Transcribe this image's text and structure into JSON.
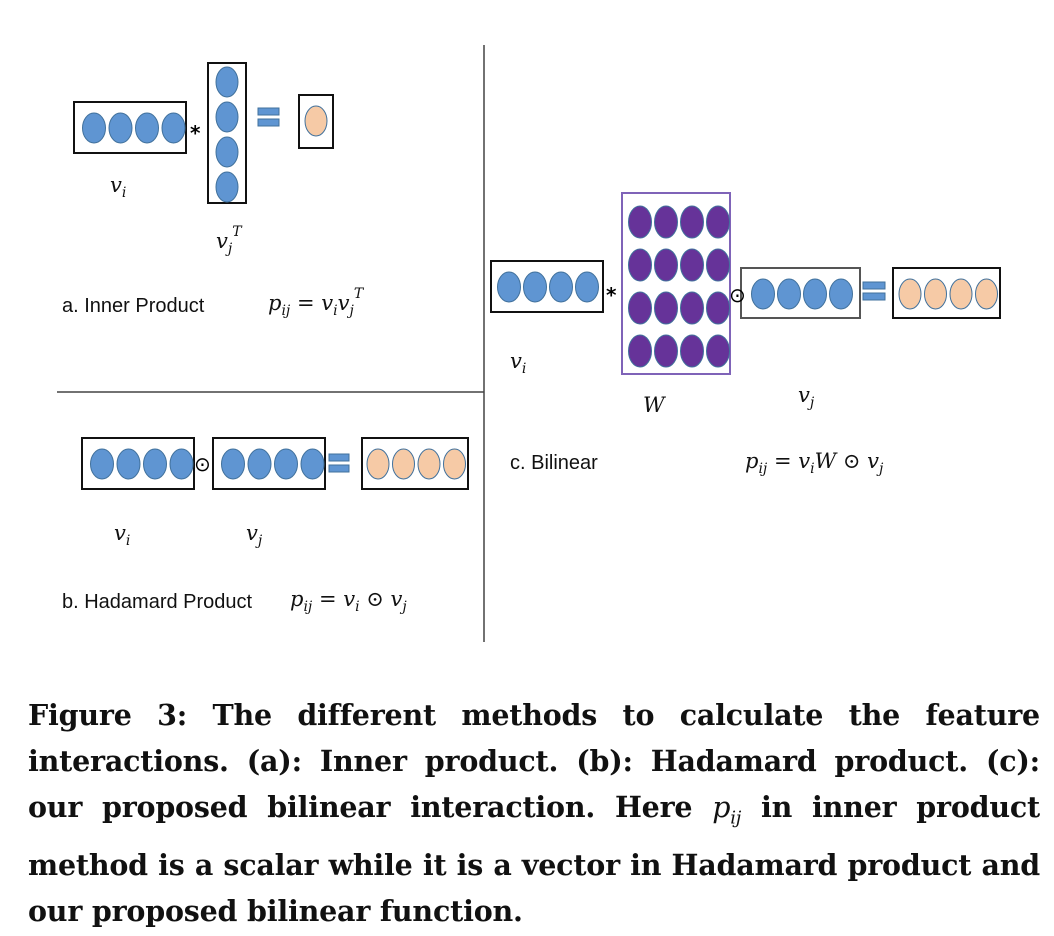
{
  "panels": {
    "a": {
      "title": "a. Inner Product",
      "vec_left": "v",
      "vec_left_sub": "i",
      "vec_right": "v",
      "vec_right_sub": "j",
      "vec_right_sup": "T",
      "op": "*",
      "formula": {
        "lhs": "p",
        "lhs_sub": "ij",
        "eq": " = ",
        "t1": "v",
        "t1_sub": "i",
        "t2": "v",
        "t2_sub": "j",
        "t2_sup": "T"
      }
    },
    "b": {
      "title": "b. Hadamard Product",
      "vec_left": "v",
      "vec_left_sub": "i",
      "vec_right": "v",
      "vec_right_sub": "j",
      "op": "⊙",
      "formula": {
        "lhs": "p",
        "lhs_sub": "ij",
        "eq": " = ",
        "t1": "v",
        "t1_sub": "i",
        "op": " ⊙ ",
        "t2": "v",
        "t2_sub": "j"
      }
    },
    "c": {
      "title": "c. Bilinear",
      "vec_left": "v",
      "vec_left_sub": "i",
      "matrix": "W",
      "vec_right": "v",
      "vec_right_sub": "j",
      "op1": "*",
      "op2": "⊙",
      "formula": {
        "lhs": "p",
        "lhs_sub": "ij",
        "eq": " = ",
        "t1": "v",
        "t1_sub": "i",
        "w": "W",
        "op": " ⊙ ",
        "t2": "v",
        "t2_sub": "j"
      }
    }
  },
  "caption": {
    "part1": "Figure 3: The different methods to calculate the feature interactions. (a): Inner product. (b): Hadamard product. (c): our proposed bilinear interaction. Here ",
    "p": "p",
    "p_sub": "ij",
    "part2": " in inner product method is a scalar while it is a vector in Hadamard product and our proposed bilinear function."
  },
  "colors": {
    "blue": "#5f95d2",
    "blue_stroke": "#41719c",
    "peach": "#f6caa6",
    "purple": "#663399",
    "purple_border": "#7f63b8"
  }
}
